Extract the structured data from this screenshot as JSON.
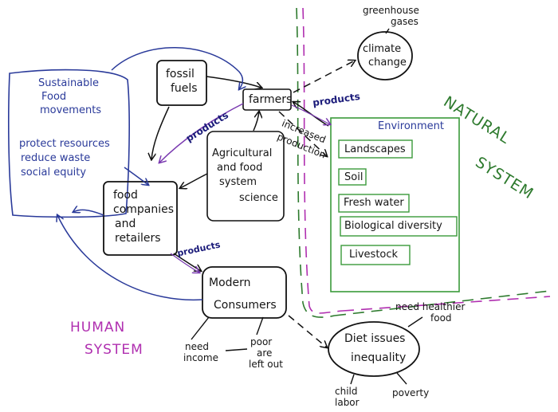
{
  "sustainable": {
    "title_line1": "Sustainable",
    "title_line2": "Food",
    "title_line3": "movements",
    "item1": "protect resources",
    "item2": "reduce waste",
    "item3": "social equity"
  },
  "fossil_fuels": {
    "line1": "fossil",
    "line2": "fuels"
  },
  "farmers": "farmers",
  "science": {
    "line1": "Agricultural",
    "line2": "and food",
    "line3": "system",
    "line4": "science"
  },
  "food_companies": {
    "line1": "food",
    "line2": "companies",
    "line3": "and",
    "line4": "retailers"
  },
  "modern_consumers": {
    "line1": "Modern",
    "line2": "Consumers"
  },
  "climate": {
    "line1": "climate",
    "line2": "change"
  },
  "greenhouse": {
    "line1": "greenhouse",
    "line2": "gases"
  },
  "diet": {
    "line1": "Diet issues",
    "line2": "inequality"
  },
  "environment": {
    "title": "Environment",
    "items": [
      "Landscapes",
      "Soil",
      "Fresh water",
      "Biological diversity",
      "Livestock"
    ]
  },
  "labels": {
    "products_farmers_env": "products",
    "products_farmers_food": "products",
    "products_food_consumers": "products",
    "increased_line1": "increased",
    "increased_line2": "production",
    "need_income_line1": "need",
    "need_income_line2": "income",
    "poor_line1": "poor",
    "poor_line2": "are",
    "poor_line3": "left out",
    "healthier_line1": "need healthier",
    "healthier_line2": "food",
    "child_line1": "child",
    "child_line2": "labor",
    "poverty": "poverty"
  },
  "systems": {
    "natural_line1": "NATURAL",
    "natural_line2": "SYSTEM",
    "human_line1": "HUMAN",
    "human_line2": "SYSTEM"
  }
}
